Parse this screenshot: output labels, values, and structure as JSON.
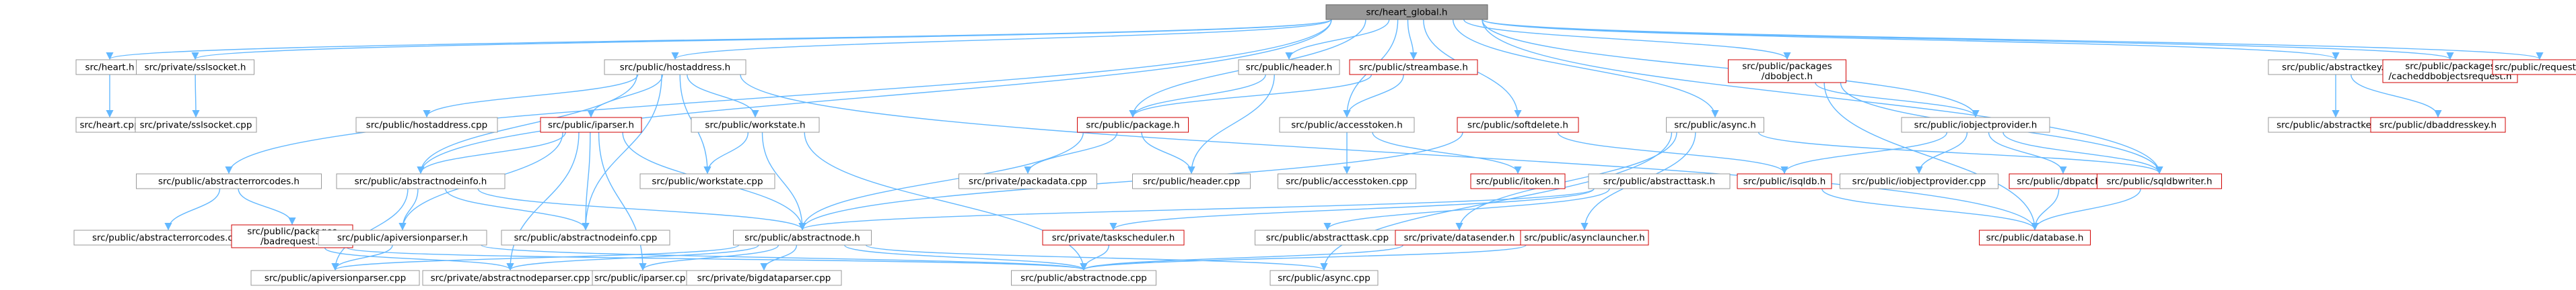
{
  "root": "heart_global.h",
  "nodes": [
    {
      "id": "root",
      "label": "src/heart_global.h",
      "type": "root"
    },
    {
      "id": "heart_h",
      "label": "src/heart.h",
      "type": "normal"
    },
    {
      "id": "sslsocket_h",
      "label": "src/private/sslsocket.h",
      "type": "normal"
    },
    {
      "id": "hostaddress_h",
      "label": "src/public/hostaddress.h",
      "type": "normal"
    },
    {
      "id": "header_h",
      "label": "src/public/header.h",
      "type": "normal"
    },
    {
      "id": "streambase_h",
      "label": "src/public/streambase.h",
      "type": "red"
    },
    {
      "id": "dbobject_h",
      "label": [
        "src/public/packages",
        "/dbobject.h"
      ],
      "type": "red"
    },
    {
      "id": "abstractkey_h",
      "label": "src/public/abstractkey.h",
      "type": "normal"
    },
    {
      "id": "cachedreq_h",
      "label": [
        "src/public/packages",
        "/cacheddbobjectsrequest.h"
      ],
      "type": "red"
    },
    {
      "id": "request_h",
      "label": "src/public/request.h",
      "type": "red"
    },
    {
      "id": "heart_cpp",
      "label": "src/heart.cpp",
      "type": "normal"
    },
    {
      "id": "sslsocket_cpp",
      "label": "src/private/sslsocket.cpp",
      "type": "normal"
    },
    {
      "id": "hostaddress_cpp",
      "label": "src/public/hostaddress.cpp",
      "type": "normal"
    },
    {
      "id": "iparser_h",
      "label": "src/public/iparser.h",
      "type": "red"
    },
    {
      "id": "workstate_h",
      "label": "src/public/workstate.h",
      "type": "normal"
    },
    {
      "id": "package_h",
      "label": "src/public/package.h",
      "type": "red"
    },
    {
      "id": "accesstoken_h",
      "label": "src/public/accesstoken.h",
      "type": "normal"
    },
    {
      "id": "softdelete_h",
      "label": "src/public/softdelete.h",
      "type": "red"
    },
    {
      "id": "async_h",
      "label": "src/public/async.h",
      "type": "normal"
    },
    {
      "id": "objectprovider_h",
      "label": "src/public/iobjectprovider.h",
      "type": "normal"
    },
    {
      "id": "abstractkey_cpp",
      "label": "src/public/abstractkey.cpp",
      "type": "normal"
    },
    {
      "id": "dbaddresskey_h",
      "label": "src/public/dbaddresskey.h",
      "type": "red"
    },
    {
      "id": "abstracterrorcodes_h",
      "label": "src/public/abstracterrorcodes.h",
      "type": "normal"
    },
    {
      "id": "abstractnodeinfo_h",
      "label": "src/public/abstractnodeinfo.h",
      "type": "normal"
    },
    {
      "id": "workstate_cpp",
      "label": "src/public/workstate.cpp",
      "type": "normal"
    },
    {
      "id": "packadata_cpp",
      "label": "src/private/packadata.cpp",
      "type": "normal"
    },
    {
      "id": "header_cpp",
      "label": "src/public/header.cpp",
      "type": "normal"
    },
    {
      "id": "accesstoken_cpp",
      "label": "src/public/accesstoken.cpp",
      "type": "normal"
    },
    {
      "id": "itoken_h",
      "label": "src/public/itoken.h",
      "type": "red"
    },
    {
      "id": "abstracttask_h",
      "label": "src/public/abstracttask.h",
      "type": "normal"
    },
    {
      "id": "isqldb_h",
      "label": "src/public/isqldb.h",
      "type": "red"
    },
    {
      "id": "iobjectprovider_cpp",
      "label": "src/public/iobjectprovider.cpp",
      "type": "normal"
    },
    {
      "id": "dbpatch_h",
      "label": "src/public/dbpatch.h",
      "type": "red"
    },
    {
      "id": "sqldbwriter_h",
      "label": "src/public/sqldbwriter.h",
      "type": "red"
    },
    {
      "id": "abstracterrorcodes_cpp",
      "label": "src/public/abstracterrorcodes.cpp",
      "type": "normal"
    },
    {
      "id": "badrequest_h",
      "label": [
        "src/public/packages",
        "/badrequest.h"
      ],
      "type": "red"
    },
    {
      "id": "apiversionparser_h",
      "label": "src/public/apiversionparser.h",
      "type": "normal"
    },
    {
      "id": "abstractnodeinfo_cpp",
      "label": "src/public/abstractnodeinfo.cpp",
      "type": "normal"
    },
    {
      "id": "abstractnode_h",
      "label": "src/public/abstractnode.h",
      "type": "normal"
    },
    {
      "id": "taskscheduler_h",
      "label": "src/private/taskscheduler.h",
      "type": "red"
    },
    {
      "id": "abstracttask_cpp",
      "label": "src/public/abstracttask.cpp",
      "type": "normal"
    },
    {
      "id": "datasender_h",
      "label": "src/private/datasender.h",
      "type": "red"
    },
    {
      "id": "asynclauncher_h",
      "label": "src/public/asynclauncher.h",
      "type": "red"
    },
    {
      "id": "database_h",
      "label": "src/public/database.h",
      "type": "red"
    },
    {
      "id": "apiversionparser_cpp",
      "label": "src/public/apiversionparser.cpp",
      "type": "normal"
    },
    {
      "id": "abstractnodeparser_cpp",
      "label": "src/private/abstractnodeparser.cpp",
      "type": "normal"
    },
    {
      "id": "iparser_cpp",
      "label": "src/public/iparser.cpp",
      "type": "normal"
    },
    {
      "id": "bigdataparser_cpp",
      "label": "src/private/bigdataparser.cpp",
      "type": "normal"
    },
    {
      "id": "abstractnode_cpp",
      "label": "src/public/abstractnode.cpp",
      "type": "normal"
    },
    {
      "id": "async_cpp",
      "label": "src/public/async.cpp",
      "type": "normal"
    }
  ],
  "edges": [
    [
      "root",
      "heart_h"
    ],
    [
      "root",
      "sslsocket_h"
    ],
    [
      "root",
      "hostaddress_h"
    ],
    [
      "root",
      "header_h"
    ],
    [
      "root",
      "streambase_h"
    ],
    [
      "root",
      "dbobject_h"
    ],
    [
      "root",
      "abstractkey_h"
    ],
    [
      "root",
      "cachedreq_h"
    ],
    [
      "root",
      "request_h"
    ],
    [
      "root",
      "abstracterrorcodes_h"
    ],
    [
      "root",
      "abstractnodeinfo_h"
    ],
    [
      "root",
      "package_h"
    ],
    [
      "root",
      "accesstoken_h"
    ],
    [
      "root",
      "softdelete_h"
    ],
    [
      "root",
      "async_h"
    ],
    [
      "root",
      "objectprovider_h"
    ],
    [
      "root",
      "sqldbwriter_h"
    ],
    [
      "heart_h",
      "heart_cpp"
    ],
    [
      "sslsocket_h",
      "sslsocket_cpp"
    ],
    [
      "hostaddress_h",
      "hostaddress_cpp"
    ],
    [
      "hostaddress_h",
      "iparser_h"
    ],
    [
      "hostaddress_h",
      "workstate_h"
    ],
    [
      "hostaddress_h",
      "abstractnodeinfo_h"
    ],
    [
      "hostaddress_h",
      "workstate_cpp"
    ],
    [
      "hostaddress_h",
      "abstractnodeinfo_cpp"
    ],
    [
      "hostaddress_h",
      "database_h"
    ],
    [
      "header_h",
      "package_h"
    ],
    [
      "header_h",
      "header_cpp"
    ],
    [
      "streambase_h",
      "package_h"
    ],
    [
      "streambase_h",
      "accesstoken_h"
    ],
    [
      "dbobject_h",
      "objectprovider_h"
    ],
    [
      "dbobject_h",
      "sqldbwriter_h"
    ],
    [
      "dbobject_h",
      "database_h"
    ],
    [
      "abstractkey_h",
      "abstractkey_cpp"
    ],
    [
      "abstractkey_h",
      "dbaddresskey_h"
    ],
    [
      "iparser_h",
      "abstractnodeinfo_h"
    ],
    [
      "iparser_h",
      "abstractnode_h"
    ],
    [
      "iparser_h",
      "apiversionparser_h"
    ],
    [
      "iparser_h",
      "abstractnodeinfo_cpp"
    ],
    [
      "iparser_h",
      "iparser_cpp"
    ],
    [
      "iparser_h",
      "abstractnodeparser_cpp"
    ],
    [
      "workstate_h",
      "workstate_cpp"
    ],
    [
      "workstate_h",
      "abstractnode_h"
    ],
    [
      "workstate_h",
      "abstractnode_cpp"
    ],
    [
      "package_h",
      "packadata_cpp"
    ],
    [
      "package_h",
      "header_cpp"
    ],
    [
      "package_h",
      "abstractnode_h"
    ],
    [
      "accesstoken_h",
      "accesstoken_cpp"
    ],
    [
      "accesstoken_h",
      "itoken_h"
    ],
    [
      "softdelete_h",
      "isqldb_h"
    ],
    [
      "softdelete_h",
      "abstractnode_h"
    ],
    [
      "async_h",
      "sqldbwriter_h"
    ],
    [
      "async_h",
      "datasender_h"
    ],
    [
      "async_h",
      "asynclauncher_h"
    ],
    [
      "async_h",
      "async_cpp"
    ],
    [
      "objectprovider_h",
      "isqldb_h"
    ],
    [
      "objectprovider_h",
      "iobjectprovider_cpp"
    ],
    [
      "objectprovider_h",
      "dbpatch_h"
    ],
    [
      "objectprovider_h",
      "sqldbwriter_h"
    ],
    [
      "abstracterrorcodes_h",
      "abstracterrorcodes_cpp"
    ],
    [
      "abstracterrorcodes_h",
      "badrequest_h"
    ],
    [
      "abstractnodeinfo_h",
      "apiversionparser_h"
    ],
    [
      "abstractnodeinfo_h",
      "abstractnodeinfo_cpp"
    ],
    [
      "abstractnodeinfo_h",
      "abstractnode_h"
    ],
    [
      "abstractnodeinfo_h",
      "apiversionparser_cpp"
    ],
    [
      "abstracttask_h",
      "abstracttask_cpp"
    ],
    [
      "abstracttask_h",
      "taskscheduler_h"
    ],
    [
      "abstracttask_h",
      "abstractnode_h"
    ],
    [
      "isqldb_h",
      "database_h"
    ],
    [
      "dbpatch_h",
      "database_h"
    ],
    [
      "sqldbwriter_h",
      "database_h"
    ],
    [
      "badrequest_h",
      "abstractnode_cpp"
    ],
    [
      "badrequest_h",
      "abstractnodeparser_cpp"
    ],
    [
      "apiversionparser_h",
      "apiversionparser_cpp"
    ],
    [
      "apiversionparser_h",
      "abstractnode_cpp"
    ],
    [
      "abstractnode_h",
      "apiversionparser_cpp"
    ],
    [
      "abstractnode_h",
      "abstractnodeparser_cpp"
    ],
    [
      "abstractnode_h",
      "iparser_cpp"
    ],
    [
      "abstractnode_h",
      "bigdataparser_cpp"
    ],
    [
      "abstractnode_h",
      "abstractnode_cpp"
    ],
    [
      "abstractnode_h",
      "async_cpp"
    ],
    [
      "taskscheduler_h",
      "abstractnode_cpp"
    ],
    [
      "datasender_h",
      "abstractnode_cpp"
    ],
    [
      "asynclauncher_h",
      "abstractnode_cpp"
    ]
  ]
}
